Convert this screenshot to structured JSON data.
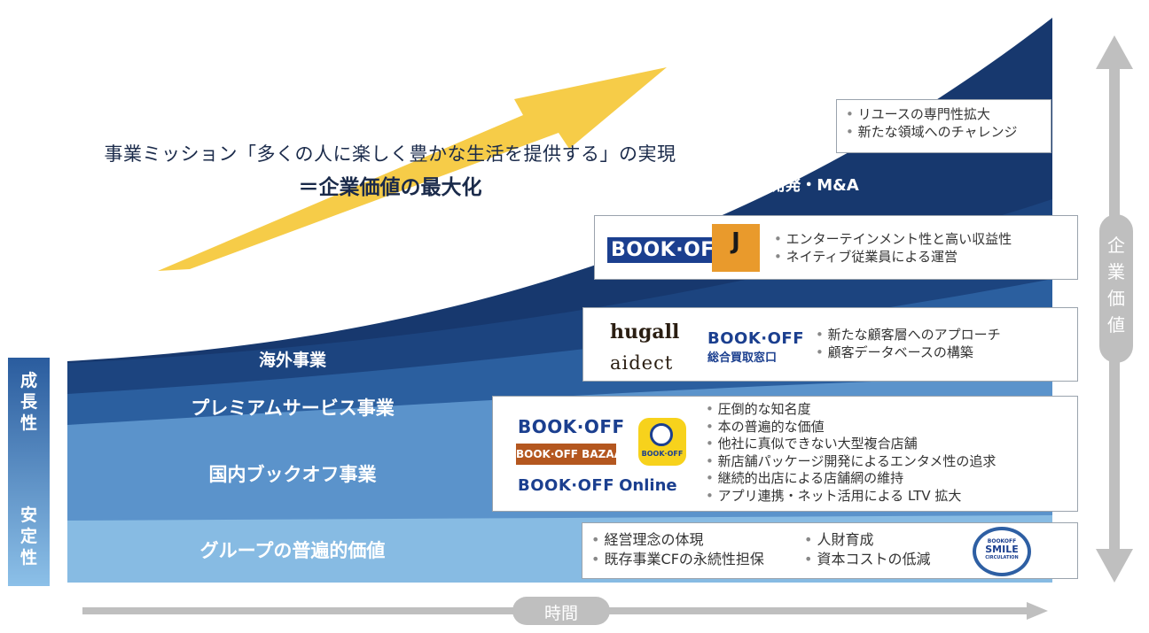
{
  "mission": {
    "line1": "事業ミッション「多くの人に楽しく豊かな生活を提供する」の実現",
    "line2": "＝企業価値の最大化"
  },
  "layers": {
    "development": "事業開発・M&A",
    "overseas": "海外事業",
    "premium": "プレミアムサービス事業",
    "domestic": "国内ブックオフ事業",
    "group": "グループの普遍的価値"
  },
  "boxes": {
    "development": {
      "bullets": [
        "リユースの専門性拡大",
        "新たな領域へのチャレンジ"
      ]
    },
    "overseas": {
      "logos": {
        "bookoff": "BOOK·OFF"
      },
      "bullets": [
        "エンターテインメント性と高い収益性",
        "ネイティブ従業員による運営"
      ]
    },
    "premium": {
      "logos": {
        "hugall": "hugall",
        "aidect": "aidect",
        "bookoff": "BOOK·OFF",
        "bookoff_sub": "総合買取窓口"
      },
      "bullets": [
        "新たな顧客層へのアプローチ",
        "顧客データベースの構築"
      ]
    },
    "domestic": {
      "logos": {
        "bookoff": "BOOK·OFF",
        "bazaar": "BOOK·OFF BAZAAR",
        "online_brand": "BOOK·OFF",
        "online": "Online",
        "app": "BOOK·OFF"
      },
      "bullets": [
        "圧倒的な知名度",
        "本の普遍的な価値",
        "他社に真似できない大型複合店舗",
        "新店舗パッケージ開発によるエンタメ性の追求",
        "継続的出店による店舗網の維持",
        "アプリ連携・ネット活用による LTV 拡大"
      ]
    },
    "group": {
      "col1": [
        "経営理念の体現",
        "既存事業CFの永続性担保"
      ],
      "col2": [
        "人財育成",
        "資本コストの低減"
      ],
      "logo": {
        "top": "BOOKOFF",
        "mid": "SMILE",
        "bottom": "CIRCULATION"
      }
    }
  },
  "left_axis": {
    "growth": [
      "成",
      "長",
      "性"
    ],
    "stability": [
      "安",
      "定",
      "性"
    ]
  },
  "right_axis": {
    "label": [
      "企",
      "業",
      "価",
      "値"
    ]
  },
  "bottom_axis": {
    "label": "時間"
  },
  "colors": {
    "layer1": "#1b3f7a",
    "layer2": "#1f4d8d",
    "layer3": "#3d76b8",
    "layer4": "#6aa0d3",
    "layer5": "#8fc0e6",
    "arrow": "#f5c63c",
    "axis": "#bfbfbf"
  }
}
